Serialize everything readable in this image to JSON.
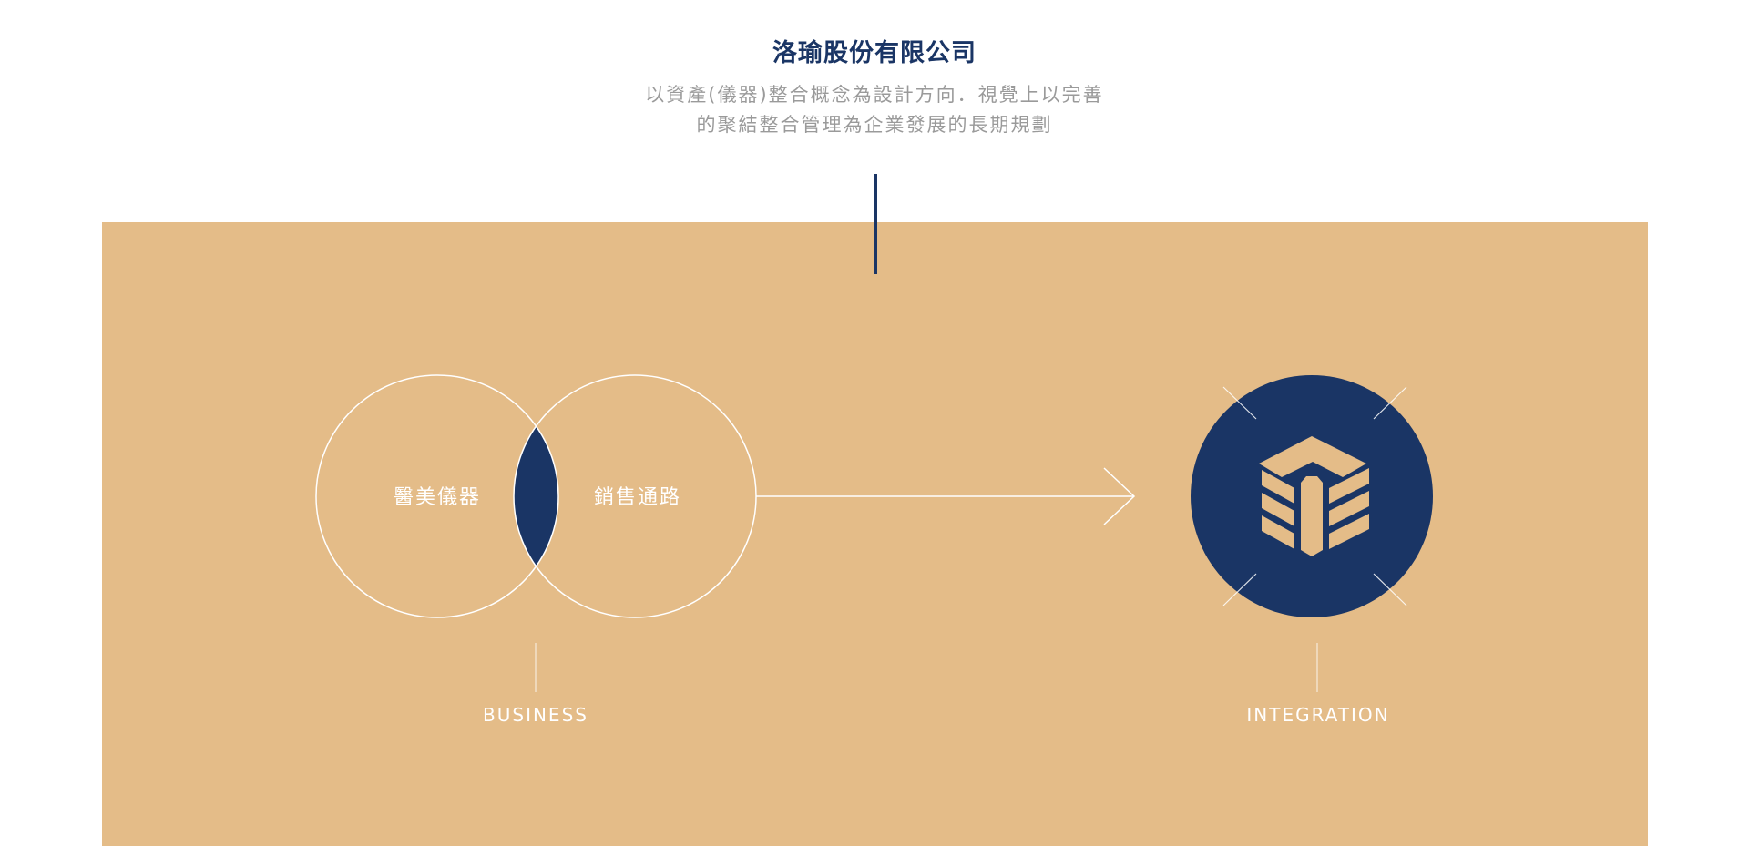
{
  "header": {
    "title": "洛瑜股份有限公司",
    "subtitle_line1": "以資產(儀器)整合概念為設計方向．視覺上以完善",
    "subtitle_line2": "的聚結整合管理為企業發展的長期規劃"
  },
  "diagram": {
    "circle_left_label": "醫美儀器",
    "circle_right_label": "銷售通路",
    "business_label": "BUSINESS",
    "integration_label": "INTEGRATION",
    "logo_icon": "cube-logo-icon"
  },
  "colors": {
    "navy": "#1a3565",
    "panel": "#e4bc88",
    "subtitle_gray": "#9a9a9a",
    "white": "#ffffff"
  }
}
